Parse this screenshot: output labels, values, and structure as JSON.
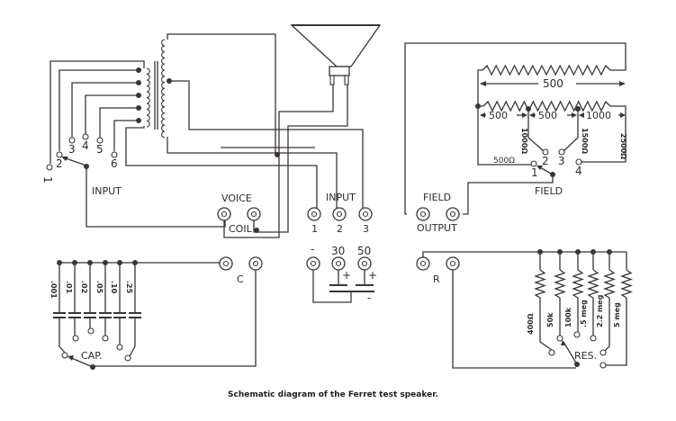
{
  "caption": "Schematic diagram of the Ferret test speaker.",
  "input_transformer": {
    "tap_labels": [
      "1",
      "2",
      "3",
      "4",
      "5",
      "6"
    ],
    "switch_label": "INPUT"
  },
  "voice_coil": {
    "label_top": "VOICE",
    "label_bottom": "COIL"
  },
  "input_jacks": {
    "label": "INPUT",
    "jack_labels": [
      "1",
      "2",
      "3"
    ]
  },
  "field": {
    "top_resistor_value": "500",
    "segments": [
      "500",
      "500",
      "1000"
    ],
    "tap_values": [
      "500Ω",
      "1000Ω",
      "1500Ω",
      "2500Ω"
    ],
    "tap_numbers": [
      "1",
      "2",
      "3",
      "4"
    ],
    "switch_label": "FIELD",
    "output_label_top": "FIELD",
    "output_label_bottom": "OUTPUT"
  },
  "capacitor_bank": {
    "values": [
      ".001",
      ".01",
      ".02",
      ".05",
      ".10",
      ".25"
    ],
    "switch_label": "CAP.",
    "jack_label": "C"
  },
  "electrolytic_jacks": {
    "labels": [
      "-",
      "30",
      "50"
    ],
    "polarity_plus": "+",
    "polarity_minus": "-"
  },
  "resistor_bank": {
    "values": [
      "400Ω",
      "50k",
      "100k",
      ".5 meg",
      "2.2 meg",
      "5 meg"
    ],
    "switch_label": "RES.",
    "jack_label": "R"
  }
}
